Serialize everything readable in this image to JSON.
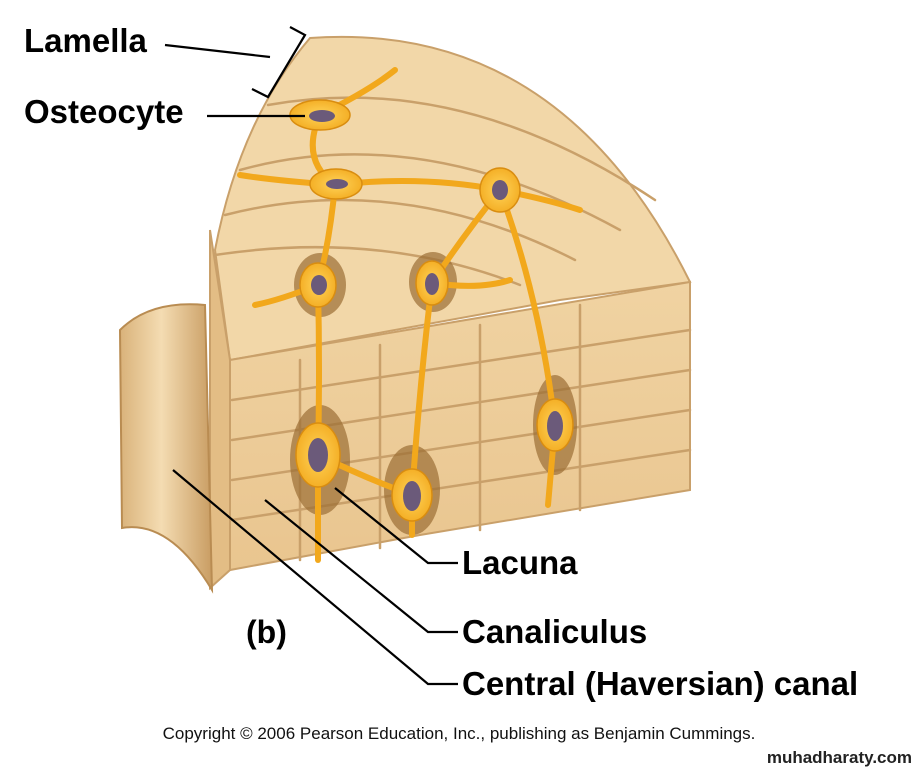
{
  "labels": {
    "lamella": "Lamella",
    "osteocyte": "Osteocyte",
    "lacuna": "Lacuna",
    "canaliculus": "Canaliculus",
    "central_canal": "Central (Haversian) canal",
    "panel": "(b)"
  },
  "footer": {
    "copyright": "Copyright © 2006 Pearson Education, Inc., publishing as Benjamin Cummings.",
    "watermark": "muhadharaty.com"
  },
  "colors": {
    "bone_light": "#f3d9ad",
    "bone_mid": "#e8c48e",
    "bone_dark": "#c89a5c",
    "cell": "#f6b52a",
    "cell_edge": "#d98d10",
    "nucleus": "#6b5a7a"
  }
}
